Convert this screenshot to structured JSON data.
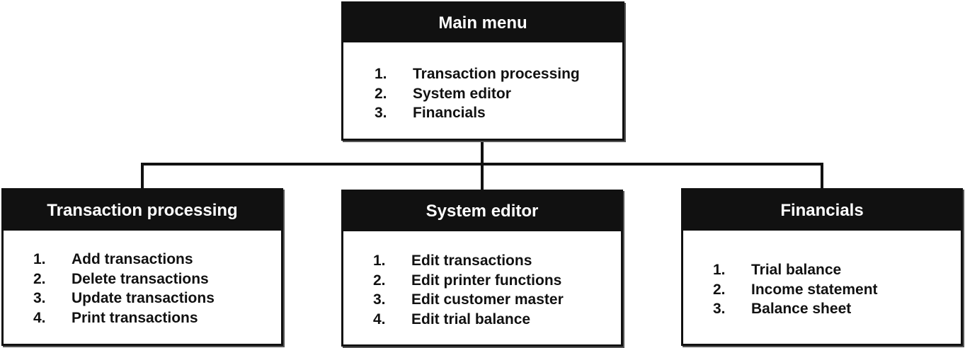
{
  "main": {
    "title": "Main menu",
    "items": [
      {
        "num": "1.",
        "label": "Transaction processing"
      },
      {
        "num": "2.",
        "label": "System editor"
      },
      {
        "num": "3.",
        "label": "Financials"
      }
    ]
  },
  "submenus": [
    {
      "title": "Transaction processing",
      "items": [
        {
          "num": "1.",
          "label": "Add transactions"
        },
        {
          "num": "2.",
          "label": "Delete transactions"
        },
        {
          "num": "3.",
          "label": "Update transactions"
        },
        {
          "num": "4.",
          "label": "Print transactions"
        }
      ]
    },
    {
      "title": "System editor",
      "items": [
        {
          "num": "1.",
          "label": "Edit transactions"
        },
        {
          "num": "2.",
          "label": "Edit printer functions"
        },
        {
          "num": "3.",
          "label": "Edit customer master"
        },
        {
          "num": "4.",
          "label": "Edit trial balance"
        }
      ]
    },
    {
      "title": "Financials",
      "items": [
        {
          "num": "1.",
          "label": "Trial balance"
        },
        {
          "num": "2.",
          "label": "Income statement"
        },
        {
          "num": "3.",
          "label": "Balance sheet"
        }
      ]
    }
  ],
  "colors": {
    "header_bg": "#111111",
    "header_text": "#ffffff",
    "line": "#111111"
  }
}
